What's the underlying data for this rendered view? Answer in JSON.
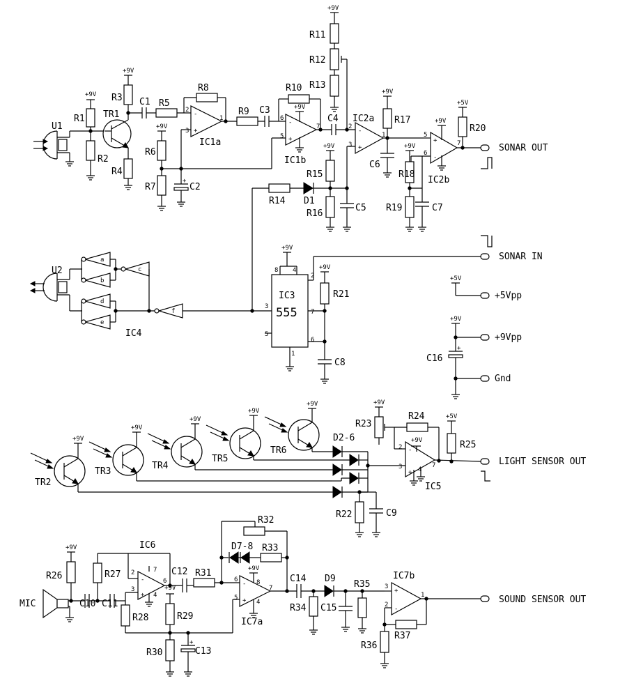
{
  "labels": {
    "R1": "R1",
    "R2": "R2",
    "R3": "R3",
    "R4": "R4",
    "R5": "R5",
    "R6": "R6",
    "R7": "R7",
    "R8": "R8",
    "R9": "R9",
    "R10": "R10",
    "R11": "R11",
    "R12": "R12",
    "R13": "R13",
    "R14": "R14",
    "R15": "R15",
    "R16": "R16",
    "R17": "R17",
    "R18": "R18",
    "R19": "R19",
    "R20": "R20",
    "R21": "R21",
    "R22": "R22",
    "R23": "R23",
    "R24": "R24",
    "R25": "R25",
    "R26": "R26",
    "R27": "R27",
    "R28": "R28",
    "R29": "R29",
    "R30": "R30",
    "R31": "R31",
    "R32": "R32",
    "R33": "R33",
    "R34": "R34",
    "R35": "R35",
    "R36": "R36",
    "R37": "R37",
    "C1": "C1",
    "C2": "C2",
    "C3": "C3",
    "C4": "C4",
    "C5": "C5",
    "C6": "C6",
    "C7": "C7",
    "C8": "C8",
    "C9": "C9",
    "C10": "C10",
    "C11": "C11",
    "C12": "C12",
    "C13": "C13",
    "C14": "C14",
    "C15": "C15",
    "C16": "C16",
    "TR1": "TR1",
    "TR2": "TR2",
    "TR3": "TR3",
    "TR4": "TR4",
    "TR5": "TR5",
    "TR6": "TR6",
    "U1": "U1",
    "U2": "U2",
    "IC1a": "IC1a",
    "IC1b": "IC1b",
    "IC2a": "IC2a",
    "IC2b": "IC2b",
    "IC3": "IC3",
    "IC3_type": "555",
    "IC4": "IC4",
    "IC5": "IC5",
    "IC6": "IC6",
    "IC7a": "IC7a",
    "IC7b": "IC7b",
    "D1": "D1",
    "D2_6": "D2-6",
    "D7_8": "D7-8",
    "D9": "D9",
    "MIC": "MIC",
    "supply_9v": "+9V",
    "supply_5v": "+5V",
    "gates": [
      "a",
      "b",
      "c",
      "d",
      "e",
      "f"
    ],
    "pins": [
      "1",
      "2",
      "3",
      "4",
      "5",
      "6",
      "7",
      "8"
    ]
  },
  "connectors": {
    "sonar_out": "SONAR OUT",
    "sonar_in": "SONAR IN",
    "p5vpp": "+5Vpp",
    "p9vpp": "+9Vpp",
    "gnd": "Gnd",
    "light_out": "LIGHT SENSOR OUT",
    "sound_out": "SOUND SENSOR OUT"
  }
}
